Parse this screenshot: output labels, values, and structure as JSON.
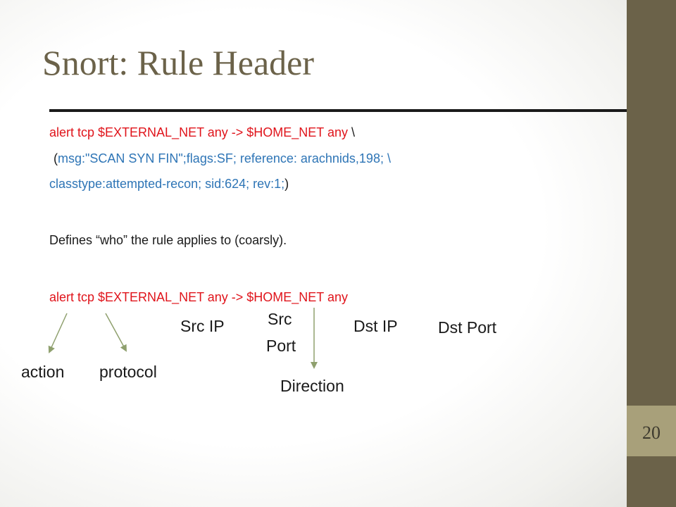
{
  "slide": {
    "title": "Snort: Rule Header",
    "page_number": "20"
  },
  "rule": {
    "line1": "alert tcp $EXTERNAL_NET any -> $HOME_NET any",
    "line1_cont": "\\",
    "line2_open": "(",
    "line2": "msg:\"SCAN SYN FIN\";flags:SF; reference: arachnids,198;",
    "line2_cont": "\\",
    "line3": "classtype:attempted-recon; sid:624; rev:1;",
    "line3_close": ")"
  },
  "description": "Defines “who” the rule applies to (coarsly).",
  "header_example": "alert tcp $EXTERNAL_NET any -> $HOME_NET any",
  "labels": {
    "src_ip": "Src IP",
    "src_port_1": "Src",
    "src_port_2": "Port",
    "dst_ip": "Dst IP",
    "dst_port": "Dst Port",
    "action": "action",
    "protocol": "protocol",
    "direction": "Direction"
  },
  "colors": {
    "title": "#6b6249",
    "sidebar": "#6b6249",
    "page_box": "#a8a07a",
    "rule_red": "#e0141b",
    "rule_blue": "#2e75b6",
    "arrow": "#8fa06e"
  }
}
